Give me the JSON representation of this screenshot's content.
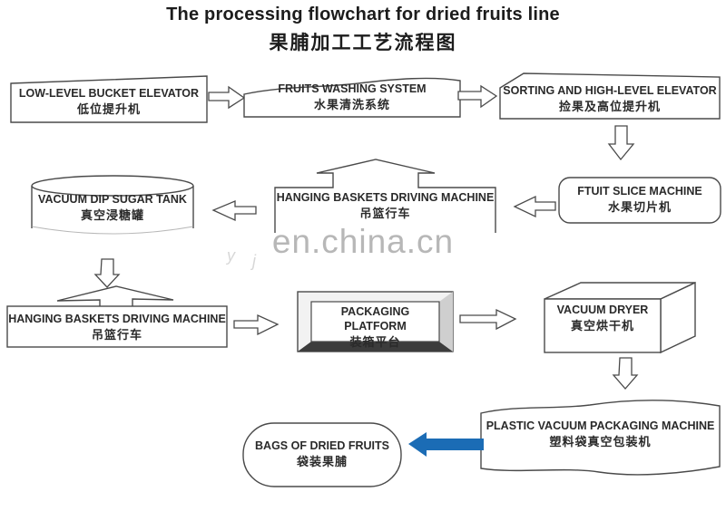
{
  "title": {
    "en": "The processing flowchart for dried fruits line",
    "zh": "果脯加工工艺流程图"
  },
  "watermark": {
    "text": "en.china.cn",
    "marks": {
      "left": "y",
      "right": "j"
    }
  },
  "nodes": {
    "low_level_bucket_elevator": {
      "en": "LOW-LEVEL BUCKET ELEVATOR",
      "zh": "低位提升机"
    },
    "fruits_washing_system": {
      "en": "FRUITS WASHING SYSTEM",
      "zh": "水果清洗系统"
    },
    "sorting_high_level_elevator": {
      "en": "SORTING AND HIGH-LEVEL ELEVATOR",
      "zh": "捡果及高位提升机"
    },
    "fruit_slice_machine": {
      "en": "FTUIT SLICE MACHINE",
      "zh": "水果切片机"
    },
    "hanging_baskets_1": {
      "en": "HANGING BASKETS DRIVING MACHINE",
      "zh": "吊篮行车"
    },
    "vacuum_dip_sugar_tank": {
      "en": "VACUUM DIP SUGAR TANK",
      "zh": "真空浸糖罐"
    },
    "hanging_baskets_2": {
      "en": "HANGING BASKETS DRIVING MACHINE",
      "zh": "吊篮行车"
    },
    "packaging_platform": {
      "en": "PACKAGING PLATFORM",
      "zh": "装箱平台"
    },
    "vacuum_dryer": {
      "en": "VACUUM DRYER",
      "zh": "真空烘干机"
    },
    "plastic_vacuum_packaging_machine": {
      "en": "PLASTIC VACUUM PACKAGING MACHINE",
      "zh": "塑料袋真空包装机"
    },
    "bags_of_dried_fruits": {
      "en": "BAGS OF DRIED FRUITS",
      "zh": "袋装果脯"
    }
  },
  "colors": {
    "outline": "#4a4a4a",
    "final_arrow_blue": "#1b6cb5",
    "watermark_gray": "#a6a6a6"
  }
}
